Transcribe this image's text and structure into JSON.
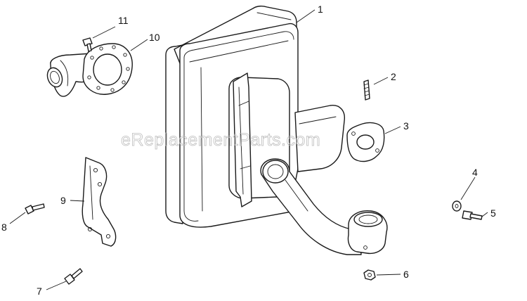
{
  "watermark": "eReplacementParts.com",
  "parts": [
    {
      "number": "1",
      "item": "muffler"
    },
    {
      "number": "2",
      "item": "stud"
    },
    {
      "number": "3",
      "item": "exhaust-gasket"
    },
    {
      "number": "4",
      "item": "washer"
    },
    {
      "number": "5",
      "item": "screw"
    },
    {
      "number": "6",
      "item": "nut"
    },
    {
      "number": "7",
      "item": "screw"
    },
    {
      "number": "8",
      "item": "screw"
    },
    {
      "number": "9",
      "item": "bracket"
    },
    {
      "number": "10",
      "item": "exhaust-elbow"
    },
    {
      "number": "11",
      "item": "screw"
    }
  ]
}
